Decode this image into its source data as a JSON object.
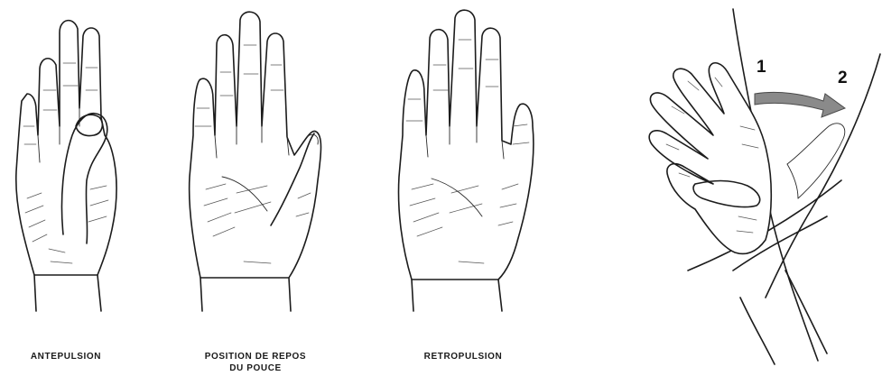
{
  "panels": [
    {
      "id": "antepulsion",
      "caption_lines": [
        "ANTEPULSION"
      ]
    },
    {
      "id": "rest",
      "caption_lines": [
        "POSITION DE REPOS",
        "DU POUCE"
      ]
    },
    {
      "id": "retropulsion",
      "caption_lines": [
        "RETROPULSION"
      ]
    }
  ],
  "side_view": {
    "marker_1": "1",
    "marker_2": "2",
    "arrow_color": "#8a8a8a"
  }
}
